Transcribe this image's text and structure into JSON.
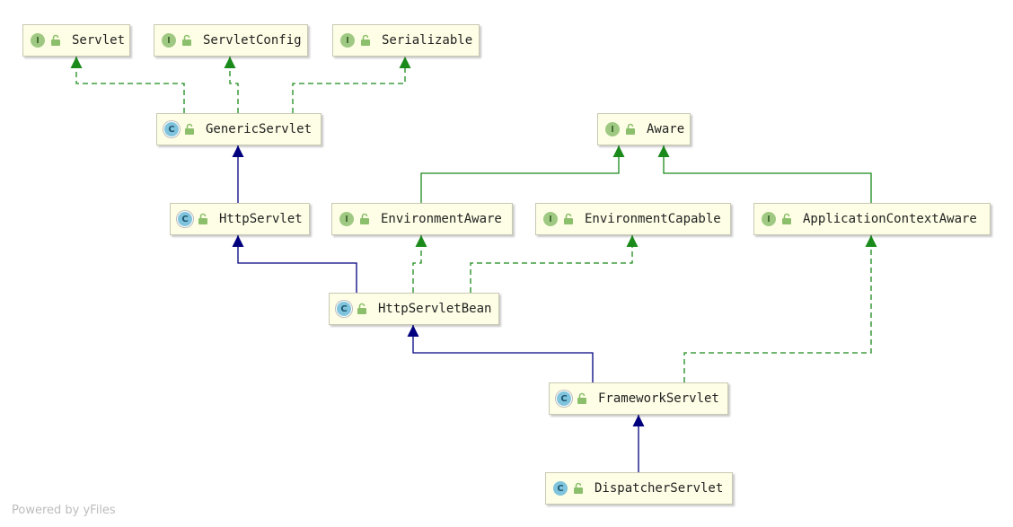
{
  "nodes": {
    "servlet": {
      "label": "Servlet",
      "kind": "I"
    },
    "servlet_config": {
      "label": "ServletConfig",
      "kind": "I"
    },
    "serializable": {
      "label": "Serializable",
      "kind": "I"
    },
    "generic_servlet": {
      "label": "GenericServlet",
      "kind": "C"
    },
    "aware": {
      "label": "Aware",
      "kind": "I"
    },
    "http_servlet": {
      "label": "HttpServlet",
      "kind": "C"
    },
    "environment_aware": {
      "label": "EnvironmentAware",
      "kind": "I"
    },
    "environment_capable": {
      "label": "EnvironmentCapable",
      "kind": "I"
    },
    "application_context_aware": {
      "label": "ApplicationContextAware",
      "kind": "I"
    },
    "http_servlet_bean": {
      "label": "HttpServletBean",
      "kind": "C"
    },
    "framework_servlet": {
      "label": "FrameworkServlet",
      "kind": "C"
    },
    "dispatcher_servlet": {
      "label": "DispatcherServlet",
      "kind": "C"
    }
  },
  "edges": [
    {
      "from": "generic_servlet",
      "to": "servlet",
      "type": "implements"
    },
    {
      "from": "generic_servlet",
      "to": "servlet_config",
      "type": "implements"
    },
    {
      "from": "generic_servlet",
      "to": "serializable",
      "type": "implements"
    },
    {
      "from": "http_servlet",
      "to": "generic_servlet",
      "type": "extends"
    },
    {
      "from": "environment_aware",
      "to": "aware",
      "type": "extends-interface"
    },
    {
      "from": "application_context_aware",
      "to": "aware",
      "type": "extends-interface"
    },
    {
      "from": "http_servlet_bean",
      "to": "http_servlet",
      "type": "extends"
    },
    {
      "from": "http_servlet_bean",
      "to": "environment_aware",
      "type": "implements"
    },
    {
      "from": "http_servlet_bean",
      "to": "environment_capable",
      "type": "implements"
    },
    {
      "from": "framework_servlet",
      "to": "http_servlet_bean",
      "type": "extends"
    },
    {
      "from": "framework_servlet",
      "to": "application_context_aware",
      "type": "implements"
    },
    {
      "from": "dispatcher_servlet",
      "to": "framework_servlet",
      "type": "extends"
    }
  ],
  "colors": {
    "extends": "#00007f",
    "implements": "#1a8a1a",
    "node_fill": "#fefee6",
    "interface_badge": "#9fc983",
    "class_badge": "#7fc4dc"
  },
  "badges": {
    "interface": "I",
    "class": "C"
  },
  "icons": {
    "visibility": "unlock-icon"
  },
  "footer": "Powered by yFiles"
}
